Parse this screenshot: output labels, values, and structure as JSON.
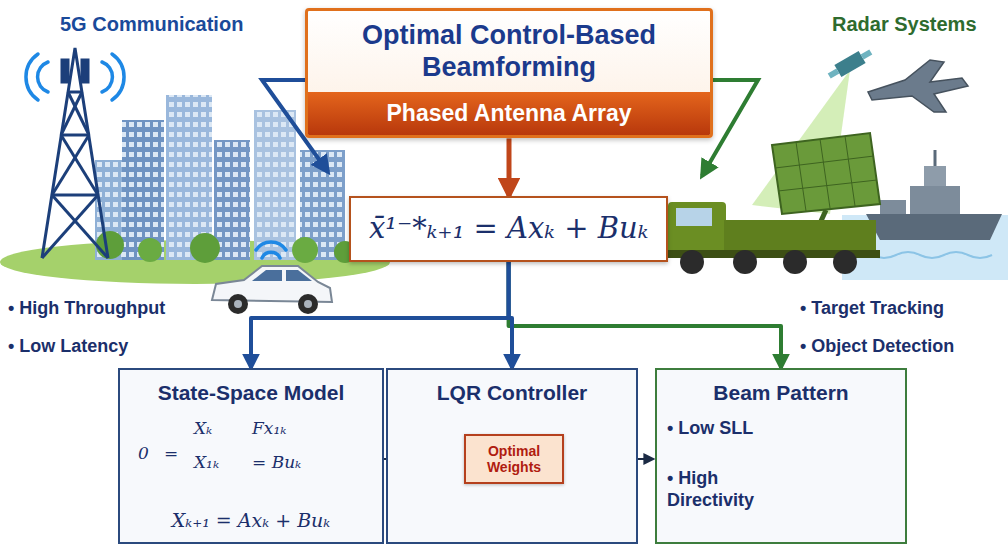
{
  "diagram": {
    "nodes": [
      {
        "text": [
          "Optimal Control-Based Beamforming",
          "Phased Antenna Array"
        ]
      },
      {
        "text": [
          "x̄¹⁻*ₖ₊₁ = Axₖ + Buₖ"
        ]
      },
      {
        "text": [
          "State-Space Model",
          "Xₖ₊₁ = Axₖ + Buₖ"
        ]
      },
      {
        "text": [
          "LQR Controller"
        ]
      },
      {
        "text": [
          "Optimal Weights"
        ],
        "in": 3
      },
      {
        "text": [
          "Beam Pattern",
          "• Low SLL",
          "• High Directivity"
        ]
      }
    ],
    "edges": [
      {
        "from": 0,
        "to": 1,
        "arrow": "to"
      },
      {
        "from": 1,
        "to": 2,
        "arrow": "to"
      },
      {
        "from": 1,
        "to": 3,
        "arrow": "to"
      },
      {
        "from": 1,
        "to": 5,
        "arrow": "to"
      }
    ],
    "labels": [
      "5G Communication",
      "Radar Systems",
      "• High Throughput",
      "• Low Latency",
      "• Target Tracking",
      "• Object Detection",
      "0",
      "=",
      "Xₖ",
      "Fx₁ₖ",
      "X₁ₖ",
      "= Buₖ"
    ]
  }
}
